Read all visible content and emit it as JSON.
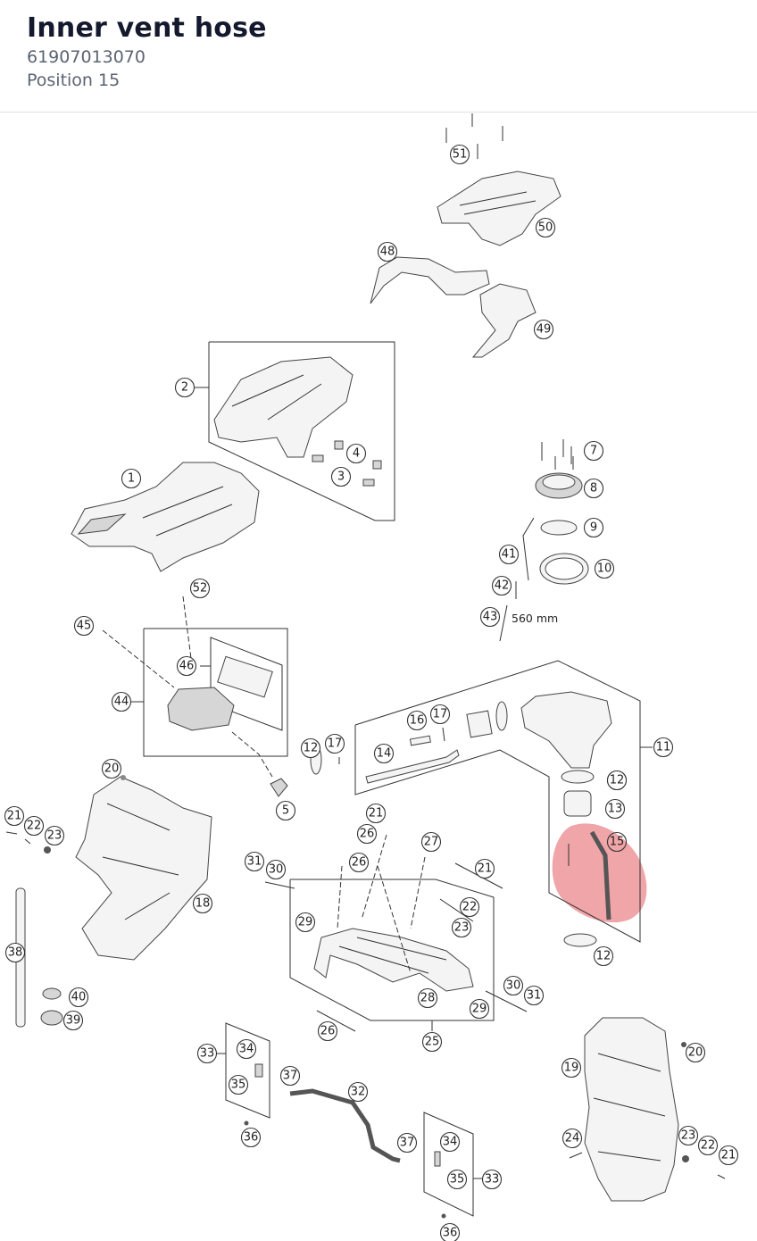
{
  "header": {
    "title": "Inner vent hose",
    "part_number": "61907013070",
    "position": "Position 15"
  },
  "diagram": {
    "highlight_color": "#e8747a",
    "dimension_label": "560 mm",
    "callouts": [
      "1",
      "2",
      "3",
      "4",
      "5",
      "7",
      "8",
      "9",
      "10",
      "11",
      "12",
      "12",
      "12",
      "12",
      "13",
      "14",
      "15",
      "16",
      "17",
      "17",
      "18",
      "19",
      "20",
      "20",
      "21",
      "21",
      "21",
      "21",
      "22",
      "22",
      "22",
      "23",
      "23",
      "23",
      "24",
      "25",
      "26",
      "26",
      "26",
      "27",
      "28",
      "29",
      "29",
      "30",
      "30",
      "31",
      "31",
      "32",
      "33",
      "33",
      "34",
      "34",
      "35",
      "35",
      "36",
      "36",
      "37",
      "37",
      "38",
      "39",
      "40",
      "41",
      "42",
      "43",
      "44",
      "45",
      "46",
      "48",
      "49",
      "50",
      "51",
      "52"
    ]
  }
}
